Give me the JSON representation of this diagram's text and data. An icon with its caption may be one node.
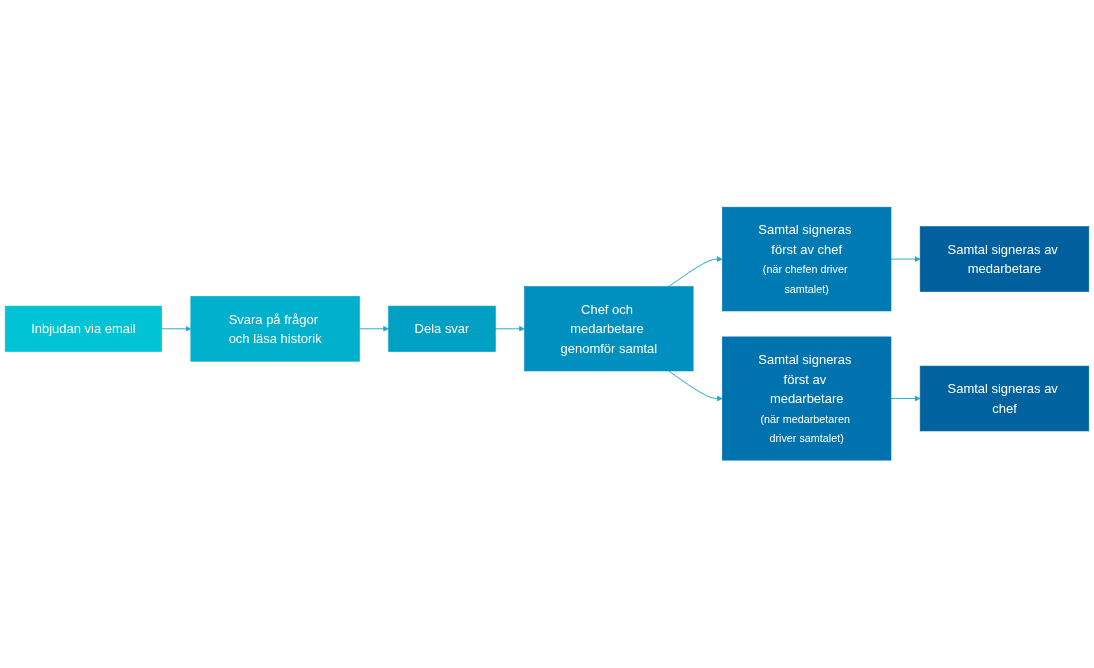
{
  "diagram": {
    "nodes": [
      {
        "text": [
          "Inbjudan via email"
        ]
      },
      {
        "text": [
          "Svara på frågor och läsa historik"
        ]
      },
      {
        "text": [
          "Dela svar"
        ]
      },
      {
        "text": [
          "Chef och medarbetare genomför samtal"
        ]
      },
      {
        "text": [
          "Samtal signeras först av chef",
          "(när chefen driver samtalet)"
        ]
      },
      {
        "text": [
          "Samtal signeras av medarbetare"
        ]
      },
      {
        "text": [
          "Samtal signeras först av medarbetare",
          "(när medarbetaren driver samtalet)"
        ]
      },
      {
        "text": [
          "Samtal signeras av chef"
        ]
      }
    ],
    "edges": [
      {
        "from": 0,
        "to": 1,
        "arrow": "to"
      },
      {
        "from": 1,
        "to": 2,
        "arrow": "to"
      },
      {
        "from": 2,
        "to": 3,
        "arrow": "to"
      },
      {
        "from": 3,
        "to": 4,
        "arrow": "to"
      },
      {
        "from": 4,
        "to": 5,
        "arrow": "to"
      },
      {
        "from": 3,
        "to": 6,
        "arrow": "to"
      },
      {
        "from": 6,
        "to": 7,
        "arrow": "to"
      }
    ]
  }
}
